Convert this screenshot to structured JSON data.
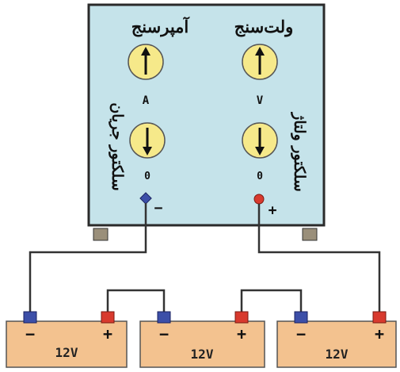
{
  "panel": {
    "ammeter_title": "آمپرسنج",
    "voltmeter_title": "ولت‌سنج",
    "current_selector_label": "سلکتور جریان",
    "voltage_selector_label": "سلکتور ولتاژ",
    "ammeter_knob_label": "A",
    "voltmeter_knob_label": "V",
    "current_selector_mark": "0",
    "voltage_selector_mark": "0",
    "negative_terminal_sign": "−",
    "positive_terminal_sign": "+"
  },
  "batteries": [
    {
      "voltage": "12V",
      "neg_sign": "−",
      "pos_sign": "+"
    },
    {
      "voltage": "12V",
      "neg_sign": "−",
      "pos_sign": "+"
    },
    {
      "voltage": "12V",
      "neg_sign": "−",
      "pos_sign": "+"
    }
  ],
  "colors": {
    "panel_fill": "#c5e3ea",
    "knob_fill": "#f6e98a",
    "battery_fill": "#f3c28f",
    "negative_post": "#3c4fa8",
    "positive_post": "#d83a2e",
    "wire": "#333333"
  }
}
